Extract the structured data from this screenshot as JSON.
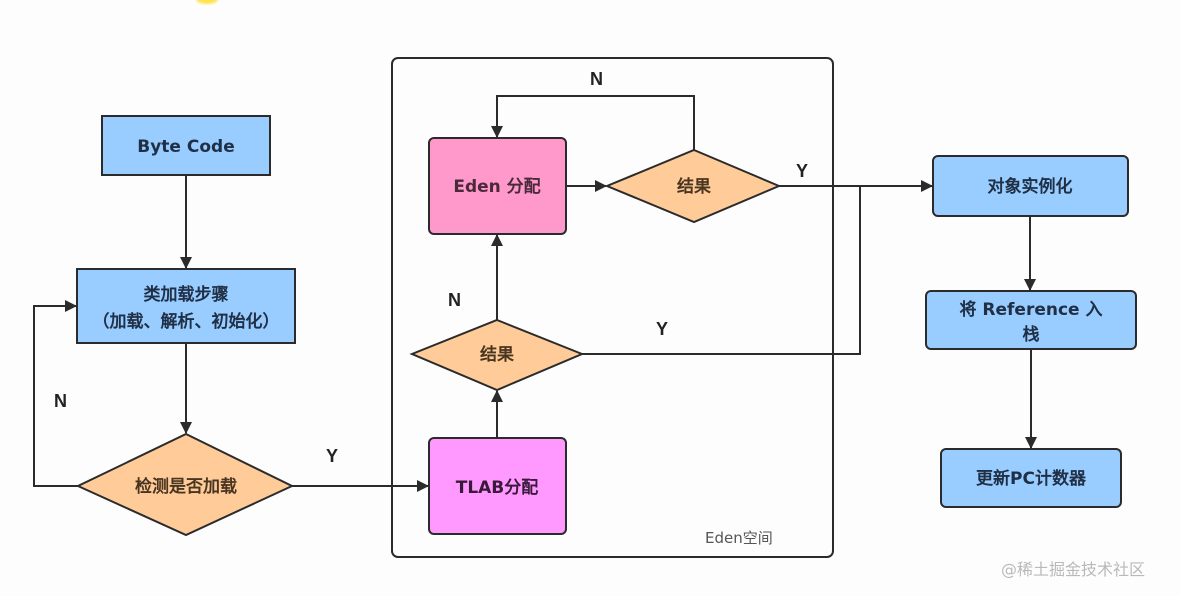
{
  "diagram": {
    "title": "",
    "container": {
      "label": "Eden空间"
    },
    "nodes": {
      "bytecode": {
        "label": "Byte Code",
        "shape": "rectangle",
        "fill": "#99ccff"
      },
      "classload": {
        "lines": [
          "类加载步骤",
          "（加载、解析、初始化）"
        ],
        "shape": "rectangle",
        "fill": "#99ccff"
      },
      "check_loaded": {
        "label": "检测是否加载",
        "shape": "diamond",
        "fill": "#ffcc99"
      },
      "tlab": {
        "label": "TLAB分配",
        "shape": "rounded-rectangle",
        "fill": "#ff99ff"
      },
      "result_tlab": {
        "label": "结果",
        "shape": "diamond",
        "fill": "#ffcc99"
      },
      "eden": {
        "label": "Eden 分配",
        "shape": "rounded-rectangle",
        "fill": "#ff99cc"
      },
      "result_eden": {
        "label": "结果",
        "shape": "diamond",
        "fill": "#ffcc99"
      },
      "instantiate": {
        "label": "对象实例化",
        "shape": "rounded-rectangle",
        "fill": "#99ccff"
      },
      "push_ref": {
        "lines": [
          "将 Reference 入",
          "栈"
        ],
        "shape": "rounded-rectangle",
        "fill": "#99ccff"
      },
      "update_pc": {
        "label": "更新PC计数器",
        "shape": "rounded-rectangle",
        "fill": "#99ccff"
      }
    },
    "edges": [
      {
        "from": "bytecode",
        "to": "classload",
        "label": ""
      },
      {
        "from": "classload",
        "to": "check_loaded",
        "label": ""
      },
      {
        "from": "check_loaded",
        "to": "classload",
        "label": "N"
      },
      {
        "from": "check_loaded",
        "to": "tlab",
        "label": "Y"
      },
      {
        "from": "tlab",
        "to": "result_tlab",
        "label": ""
      },
      {
        "from": "result_tlab",
        "to": "eden",
        "label": "N"
      },
      {
        "from": "result_tlab",
        "to": "instantiate",
        "label": "Y"
      },
      {
        "from": "eden",
        "to": "result_eden",
        "label": ""
      },
      {
        "from": "result_eden",
        "to": "eden",
        "label": "N"
      },
      {
        "from": "result_eden",
        "to": "instantiate",
        "label": "Y"
      },
      {
        "from": "instantiate",
        "to": "push_ref",
        "label": ""
      },
      {
        "from": "push_ref",
        "to": "update_pc",
        "label": ""
      }
    ],
    "edge_labels": {
      "check_loaded_no": "N",
      "check_loaded_yes": "Y",
      "result_tlab_no": "N",
      "result_tlab_yes": "Y",
      "result_eden_no": "N",
      "result_eden_yes": "Y"
    }
  },
  "colors": {
    "stroke": "#2b2b2b",
    "blue_text": "#1f2f45",
    "pink_text": "#4a2a3a",
    "orange_text": "#4a3520"
  },
  "watermark": "@稀土掘金技术社区"
}
